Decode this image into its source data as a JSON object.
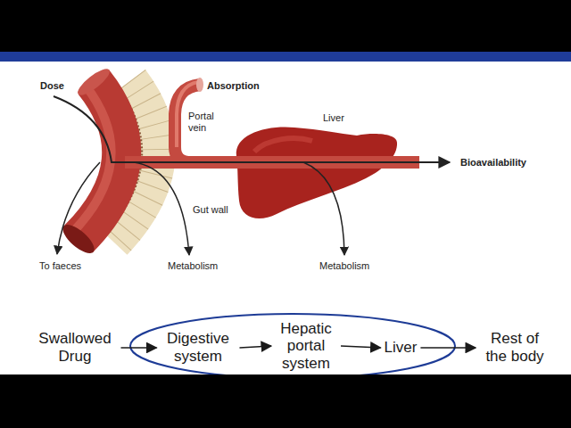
{
  "diagram": {
    "nodes": [
      {
        "text": [
          "Swallowed Drug"
        ]
      },
      {
        "text": [
          "Digestive system"
        ]
      },
      {
        "text": [
          "Hepatic portal system"
        ]
      },
      {
        "text": [
          "Liver"
        ]
      },
      {
        "text": [
          "Rest of the body"
        ]
      }
    ],
    "edges": [
      {
        "from": 0,
        "to": 1,
        "arrow": "to"
      },
      {
        "from": 1,
        "to": 2,
        "arrow": "to"
      },
      {
        "from": 2,
        "to": 3,
        "arrow": "to"
      },
      {
        "from": 3,
        "to": 4,
        "arrow": "to"
      }
    ],
    "labels": [
      "Dose",
      "Absorption",
      "Portal vein",
      "Liver",
      "Gut wall",
      "Bioavailability",
      "To faeces",
      "Metabolism",
      "Metabolism"
    ]
  }
}
